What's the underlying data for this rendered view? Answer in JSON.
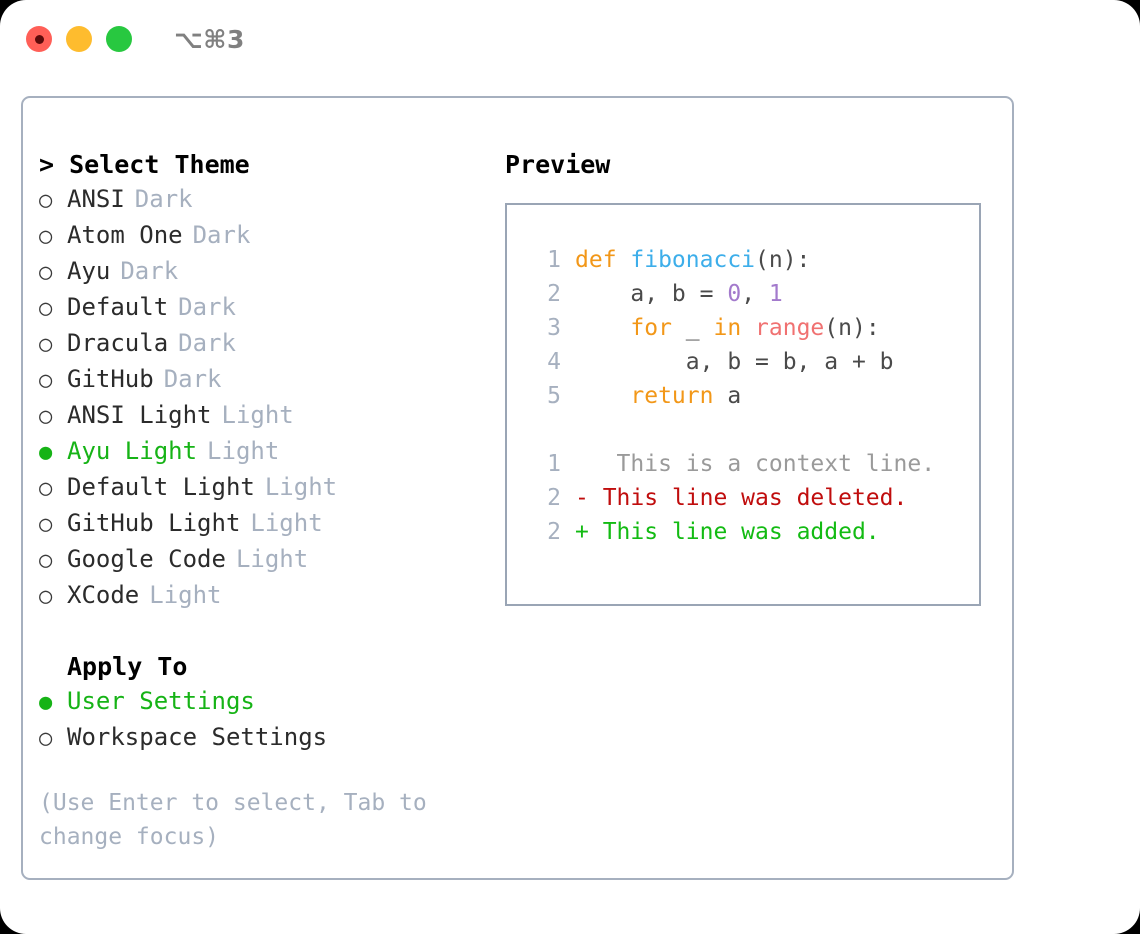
{
  "titlebar": {
    "shortcut": "⌥⌘3",
    "dots": [
      {
        "name": "close-button",
        "color": "#ff5f57"
      },
      {
        "name": "minimize-button",
        "color": "#febc2e"
      },
      {
        "name": "maximize-button",
        "color": "#28c840"
      }
    ]
  },
  "theme_section": {
    "header": "> Select Theme",
    "items": [
      {
        "label": "ANSI",
        "tag": "Dark",
        "selected": false
      },
      {
        "label": "Atom One",
        "tag": "Dark",
        "selected": false
      },
      {
        "label": "Ayu",
        "tag": "Dark",
        "selected": false
      },
      {
        "label": "Default",
        "tag": "Dark",
        "selected": false
      },
      {
        "label": "Dracula",
        "tag": "Dark",
        "selected": false
      },
      {
        "label": "GitHub",
        "tag": "Dark",
        "selected": false
      },
      {
        "label": "ANSI Light",
        "tag": "Light",
        "selected": false
      },
      {
        "label": "Ayu Light",
        "tag": "Light",
        "selected": true
      },
      {
        "label": "Default Light",
        "tag": "Light",
        "selected": false
      },
      {
        "label": "GitHub Light",
        "tag": "Light",
        "selected": false
      },
      {
        "label": "Google Code",
        "tag": "Light",
        "selected": false
      },
      {
        "label": "XCode",
        "tag": "Light",
        "selected": false
      }
    ]
  },
  "apply_section": {
    "header": "Apply To",
    "items": [
      {
        "label": "User Settings",
        "selected": true
      },
      {
        "label": "Workspace Settings",
        "selected": false
      }
    ]
  },
  "hint": "(Use Enter to select, Tab to change focus)",
  "bullets": {
    "selected": "●",
    "unselected": "○"
  },
  "preview": {
    "title": "Preview",
    "code_lines": [
      {
        "no": "1",
        "tokens": [
          {
            "t": "def ",
            "c": "kw"
          },
          {
            "t": "fibonacci",
            "c": "fn"
          },
          {
            "t": "(n):",
            "c": "pl"
          }
        ]
      },
      {
        "no": "2",
        "tokens": [
          {
            "t": "    a, b = ",
            "c": "pl"
          },
          {
            "t": "0",
            "c": "num"
          },
          {
            "t": ", ",
            "c": "pl"
          },
          {
            "t": "1",
            "c": "num"
          }
        ]
      },
      {
        "no": "3",
        "tokens": [
          {
            "t": "    ",
            "c": "pl"
          },
          {
            "t": "for",
            "c": "kw"
          },
          {
            "t": " _ ",
            "c": "pl"
          },
          {
            "t": "in",
            "c": "kw"
          },
          {
            "t": " ",
            "c": "pl"
          },
          {
            "t": "range",
            "c": "call"
          },
          {
            "t": "(n):",
            "c": "pl"
          }
        ]
      },
      {
        "no": "4",
        "tokens": [
          {
            "t": "        a, b = b, a + b",
            "c": "pl"
          }
        ]
      },
      {
        "no": "5",
        "tokens": [
          {
            "t": "    ",
            "c": "pl"
          },
          {
            "t": "return",
            "c": "kw"
          },
          {
            "t": " a",
            "c": "pl"
          }
        ]
      }
    ],
    "diff_lines": [
      {
        "no": "1",
        "marker": " ",
        "text": "  This is a context line.",
        "kind": "ctx"
      },
      {
        "no": "2",
        "marker": "-",
        "text": " This line was deleted.",
        "kind": "del"
      },
      {
        "no": "2",
        "marker": "+",
        "text": " This line was added.",
        "kind": "add"
      }
    ]
  },
  "colors": {
    "accent_green": "#16b316",
    "muted": "#a6b0bf",
    "keyword": "#f29718",
    "function": "#3daeea",
    "number": "#a37acc",
    "call": "#f07171",
    "diff_delete": "#c00d0d",
    "diff_add": "#13bb13",
    "border": "#a6b0bf"
  }
}
